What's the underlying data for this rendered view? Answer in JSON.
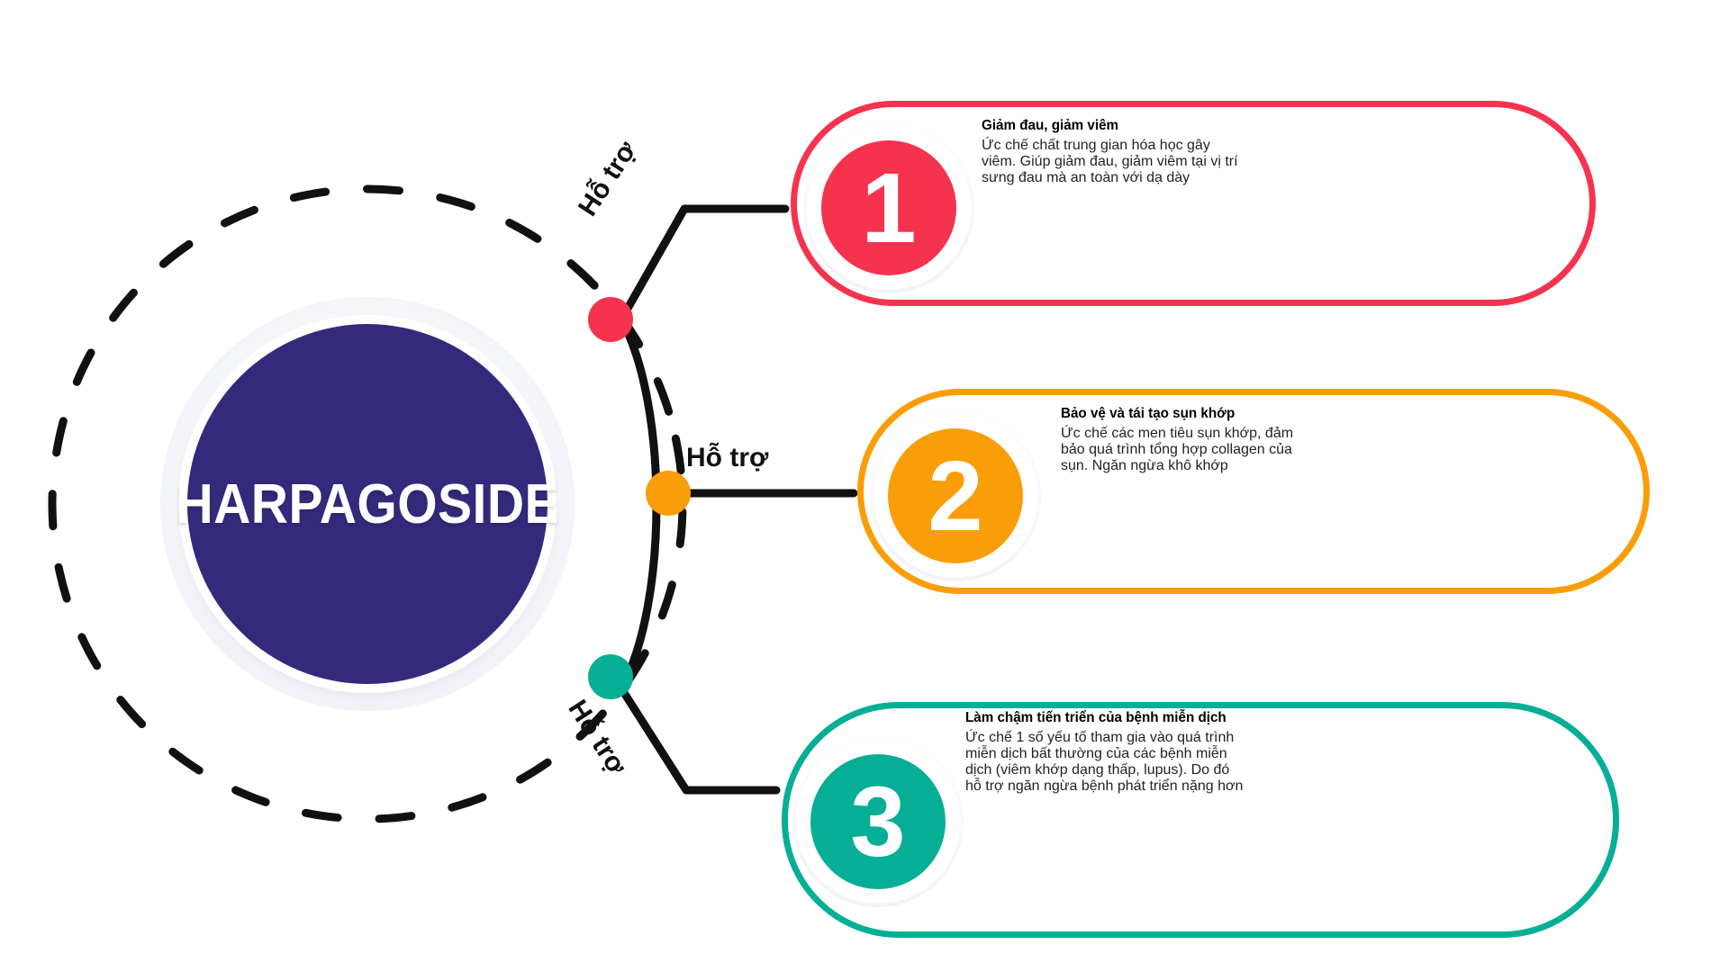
{
  "center": {
    "label": "HARPAGOSIDE",
    "color": "#342a7c"
  },
  "connectors": [
    {
      "label": "Hỗ trợ",
      "node_color": "#f5334f"
    },
    {
      "label": "Hỗ trợ",
      "node_color": "#f99d09"
    },
    {
      "label": "Hỗ trợ",
      "node_color": "#06ae96"
    }
  ],
  "cards": [
    {
      "number": "1",
      "color": "#f5334f",
      "title": "Giảm đau, giảm viêm",
      "body_lines": [
        "Ức chế chất trung gian hóa học gây",
        "viêm. Giúp giảm đau, giảm viêm tại vị trí",
        "sưng đau mà an toàn với dạ dày"
      ]
    },
    {
      "number": "2",
      "color": "#f99d09",
      "title": "Bảo vệ và tái tạo sụn khớp",
      "body_lines": [
        "Ức chế các men tiêu sụn khớp, đảm",
        "bảo quá trình tổng hợp collagen của",
        "sụn. Ngăn ngừa khô khớp"
      ]
    },
    {
      "number": "3",
      "color": "#06ae96",
      "title": "Làm chậm tiến triển của bệnh miễn dịch",
      "body_lines": [
        "Ức chế 1 số yếu tố tham gia vào quá trình",
        "miễn dịch bất thường của các bệnh miễn",
        "dịch (viêm khớp dạng thấp, lupus). Do đó",
        "hỗ trợ ngăn ngừa bệnh phát triển nặng hơn"
      ]
    }
  ]
}
